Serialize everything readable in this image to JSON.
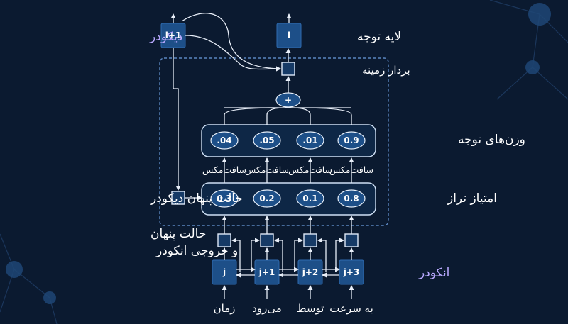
{
  "labels": {
    "decoder": "دیکودر",
    "attention_layer": "لایه توجه",
    "context_vector": "بردار زمینه",
    "attention_weights": "وزن‌های توجه",
    "alignment_score": "امتیاز تراز",
    "decoder_hidden_state": "حالت پنهان دیکودر",
    "encoder_hidden_line1": "حالت پنهان",
    "encoder_hidden_line2": "و خروجی انکودر",
    "encoder": "انکودر"
  },
  "nodes": {
    "decoder_next": "i+1",
    "output": "i",
    "sum": "+",
    "encoder_steps": [
      "j",
      "j+1",
      "j+2",
      "j+3"
    ]
  },
  "weights": [
    ".04",
    ".05",
    ".01",
    "0.9"
  ],
  "scores": [
    "0.3",
    "0.2",
    "0.1",
    "0.8"
  ],
  "softmax_label": "سافت‌مکس",
  "inputs": [
    "زمان",
    "می‌رود",
    "توسط",
    "به سرعت"
  ],
  "colors": {
    "background": "#0b1a30",
    "node_fill": "#1d4f88",
    "label_accent": "#b9a9ff",
    "dashed_frame": "#5b86c0"
  }
}
